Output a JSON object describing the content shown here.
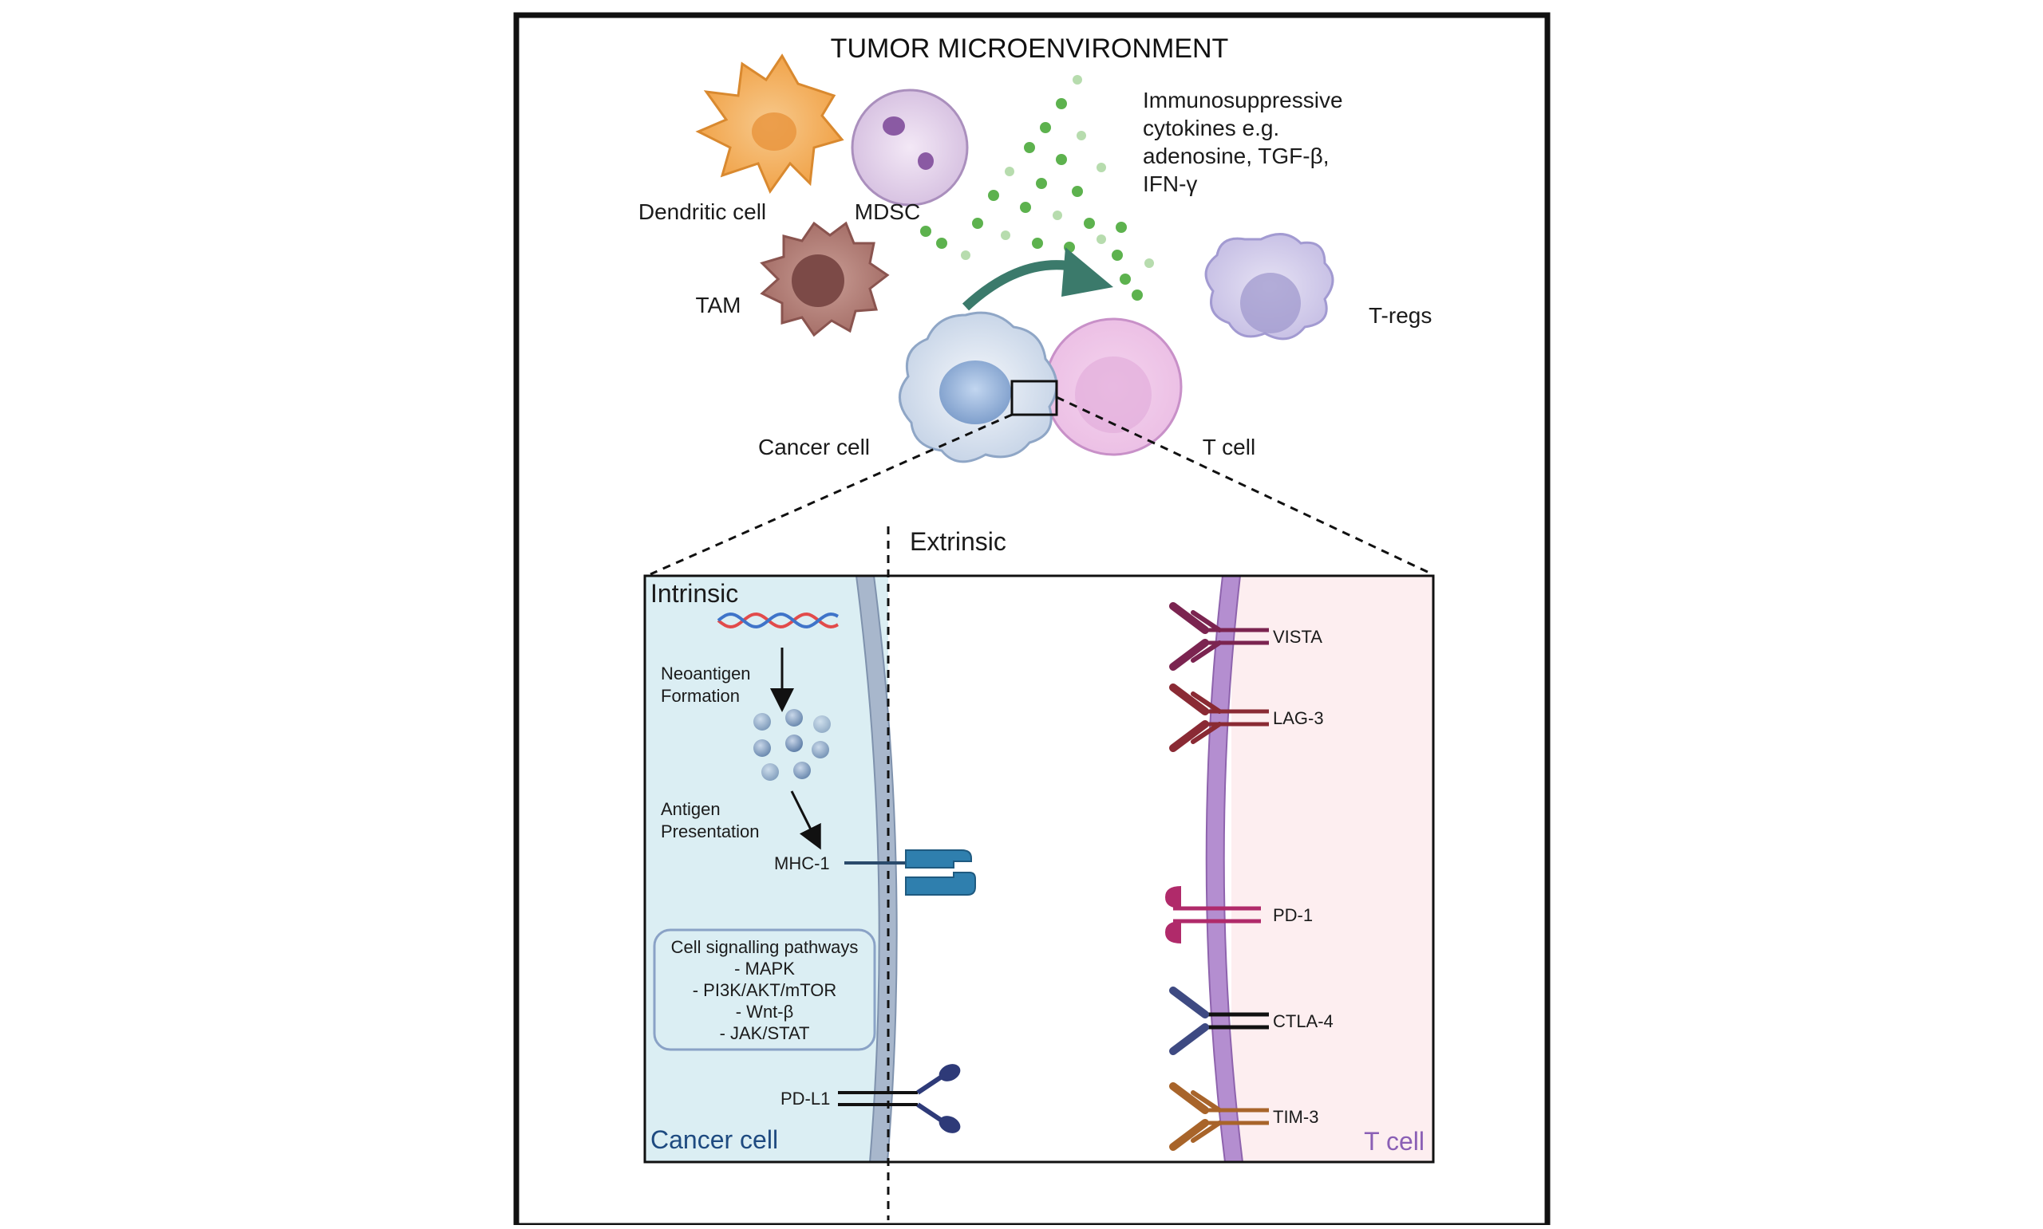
{
  "title": "TUMOR MICROENVIRONMENT",
  "labels": {
    "dendritic": "Dendritic cell",
    "mdsc": "MDSC",
    "tam": "TAM",
    "tregs": "T-regs",
    "cancer_cell": "Cancer cell",
    "t_cell": "T cell",
    "cytokines": [
      "Immunosuppressive",
      "cytokines e.g.",
      "adenosine, TGF-β,",
      "IFN-γ"
    ]
  },
  "detail": {
    "extrinsic": "Extrinsic",
    "intrinsic": "Intrinsic",
    "neoantigen": [
      "Neoantigen",
      "Formation"
    ],
    "antigen_presentation": [
      "Antigen",
      "Presentation"
    ],
    "mhc": "MHC-1",
    "pathways_title": "Cell signalling pathways",
    "pathways": [
      "- MAPK",
      "- PI3K/AKT/mTOR",
      "- Wnt-β",
      "- JAK/STAT"
    ],
    "pdl1": "PD-L1",
    "cancer_cell": "Cancer cell",
    "t_cell": "T cell",
    "receptors": [
      {
        "name": "VISTA",
        "color": "#7b2450"
      },
      {
        "name": "LAG-3",
        "color": "#8a2a34"
      },
      {
        "name": "PD-1",
        "color": "#b02a6a"
      },
      {
        "name": "CTLA-4",
        "color": "#3e4a82"
      },
      {
        "name": "TIM-3",
        "color": "#a8642a"
      }
    ]
  },
  "colors": {
    "cancer_bg": "#dbeef3",
    "tcell_bg": "#fdeef0",
    "membrane": "#a8b7cc",
    "tcell_membrane": "#a47cc0",
    "mhc": "#2f7fae",
    "pdl1": "#2e3a78",
    "arrow": "#3b7a6b",
    "cytokine": "#5db24e"
  }
}
